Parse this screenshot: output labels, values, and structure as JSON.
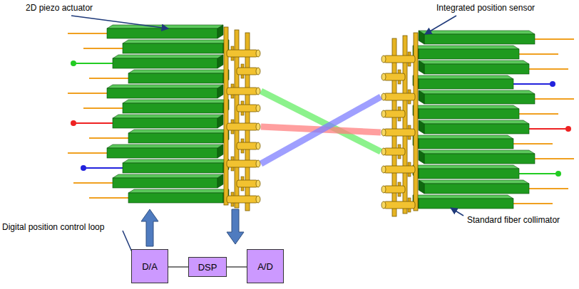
{
  "diagram": {
    "nodes": [
      {
        "text": [
          "D/A"
        ]
      },
      {
        "text": [
          "DSP"
        ]
      },
      {
        "text": [
          "A/D"
        ]
      }
    ],
    "edges": [
      {
        "from": 0,
        "to": 1,
        "arrow": "none"
      },
      {
        "from": 1,
        "to": 2,
        "arrow": "none"
      }
    ],
    "labels": [
      "2D piezo actuator",
      "Integrated position sensor",
      "Digital position control loop",
      "Standard fiber collimator"
    ]
  }
}
